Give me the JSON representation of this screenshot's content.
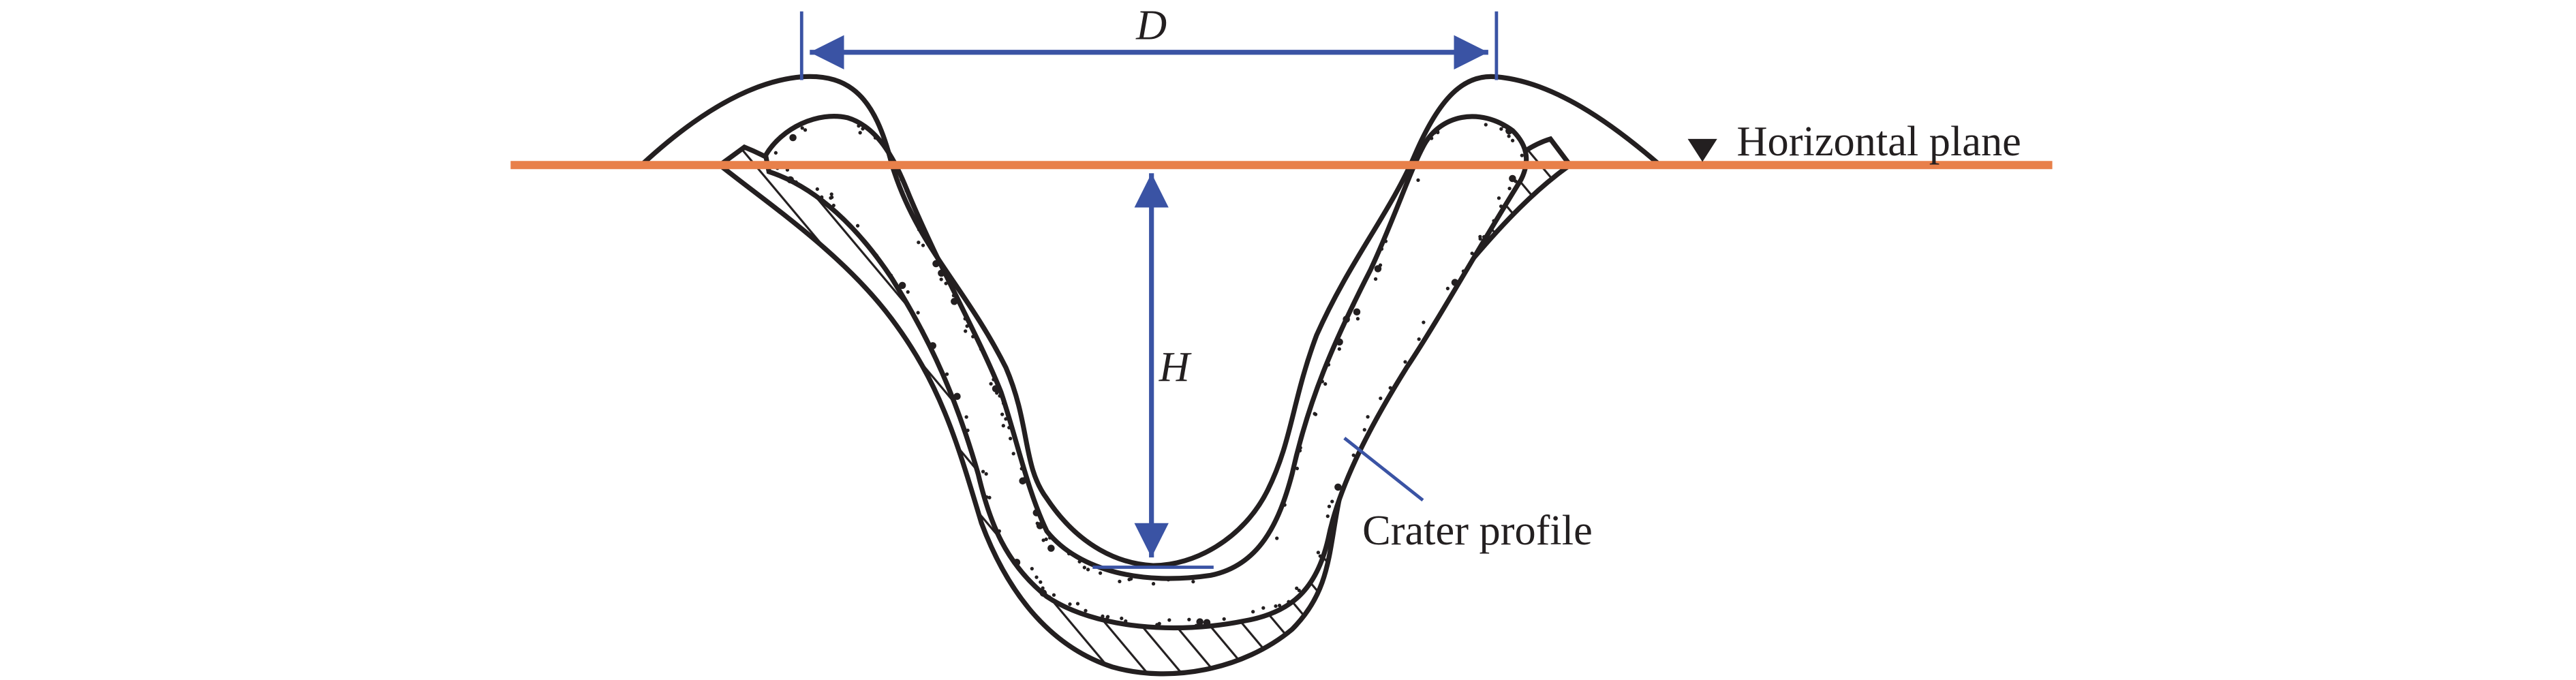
{
  "labels": {
    "diameter": "D",
    "depth": "H",
    "plane": "Horizontal plane",
    "crater": "Crater profile"
  },
  "colors": {
    "outline": "#231f20",
    "dimension": "#3a53a4",
    "plane": "#e8804a",
    "background": "#ffffff"
  },
  "icons": {
    "plane_marker": "down-triangle-icon"
  }
}
